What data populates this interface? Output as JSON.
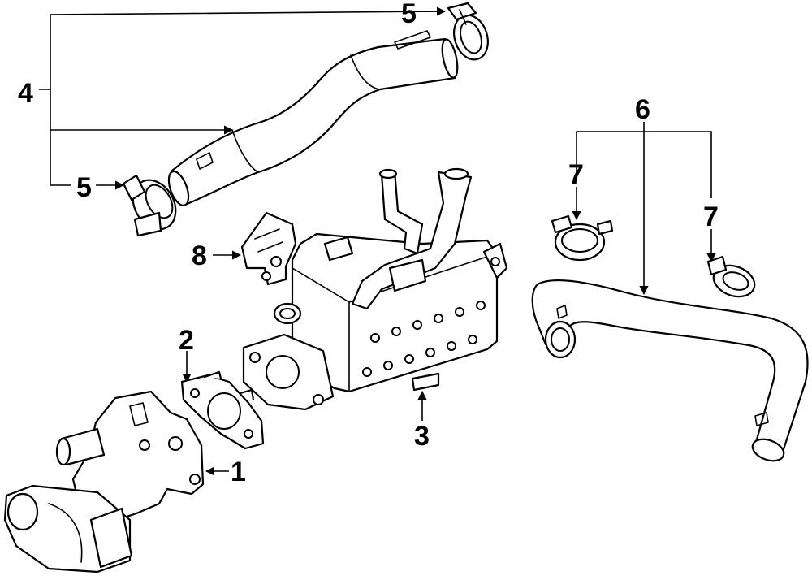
{
  "callouts": {
    "c1": "1",
    "c2": "2",
    "c3": "3",
    "c4": "4",
    "c5a": "5",
    "c5b": "5",
    "c6": "6",
    "c7a": "7",
    "c7b": "7",
    "c8": "8"
  },
  "colors": {
    "line": "#000000",
    "background": "#ffffff"
  }
}
